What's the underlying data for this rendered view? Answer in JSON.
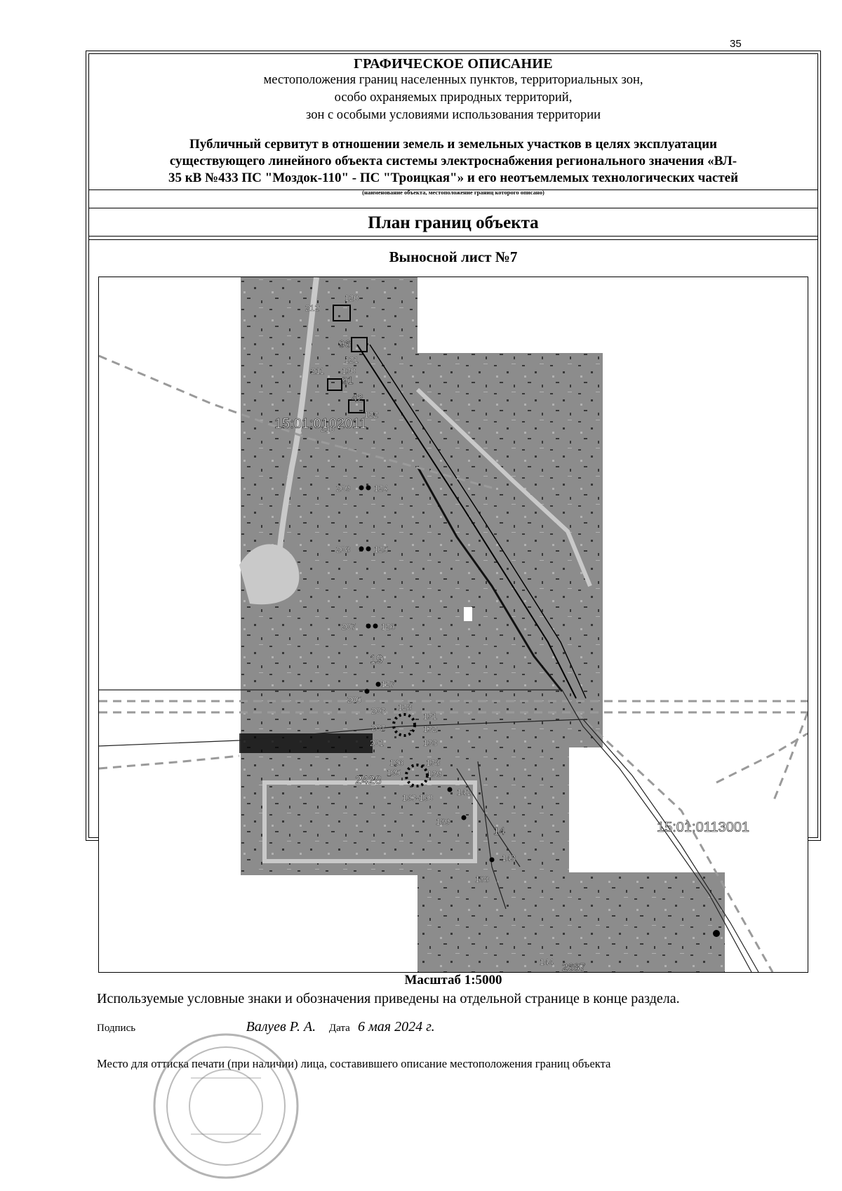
{
  "page_number": "35",
  "header": {
    "title": "ГРАФИЧЕСКОЕ ОПИСАНИЕ",
    "subtitle_lines": [
      "местоположения границ населенных пунктов, территориальных зон,",
      "особо охраняемых природных территорий,",
      "зон с особыми условиями использования территории"
    ],
    "object_name_lines": [
      "Публичный сервитут в отношении земель и земельных участков в целях эксплуатации",
      "существующего линейного объекта системы электроснабжения регионального значения «ВЛ-",
      "35 кВ  №433 ПС \"Моздок-110\" - ПС \"Троицкая\"» и его неотъемлемых технологических частей"
    ],
    "object_note": "(наименование объекта, местоположение границ которого описано)"
  },
  "plan": {
    "title": "План границ объекта",
    "sheet_title": "Выносной лист №7"
  },
  "map": {
    "colors": {
      "raster": "#8c8c8c",
      "light": "#c9c9c9",
      "dark": "#000000",
      "lines": "#9a9a9a"
    },
    "cadastral_labels": [
      "15:01:0102011",
      "15:01:0113001"
    ],
    "parcel_labels": [
      "19",
      "2428",
      "96",
      "91",
      "42",
      "14",
      "2687"
    ],
    "point_labels": [
      "212",
      "120",
      "121",
      "130",
      "211",
      "122",
      "210",
      "209",
      "124",
      "208",
      "125",
      "207",
      "126",
      "127",
      "205",
      "203",
      "128",
      "131",
      "202",
      "132",
      "201",
      "133",
      "196",
      "195",
      "138",
      "139",
      "193-190",
      "141",
      "189",
      "143",
      "188",
      "144"
    ]
  },
  "footer": {
    "scale": "Масштаб 1:5000",
    "legend_note": "Используемые условные знаки и обозначения приведены на отдельной странице в конце раздела.",
    "signature_label": "Подпись",
    "signer_name": "Валуев Р. А.",
    "date_label": "Дата",
    "date_value": "6 мая 2024 г.",
    "seal_text": "Место для оттиска печати (при наличии) лица, составившего описание местоположения границ объекта"
  }
}
